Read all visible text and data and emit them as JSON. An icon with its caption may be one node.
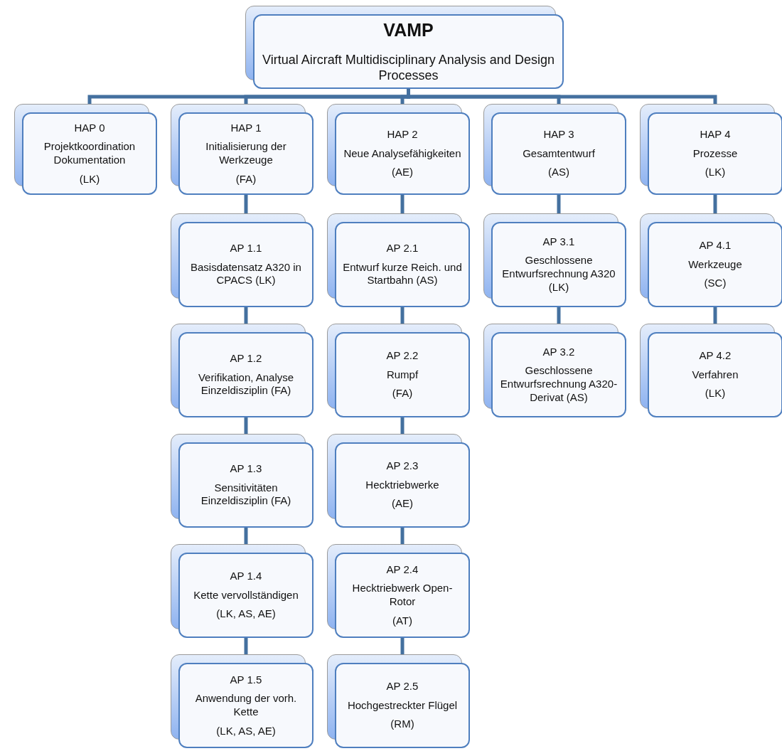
{
  "diagram": {
    "nodes": [
      {
        "text": [
          "VAMP",
          "Virtual Aircraft Multidisciplinary Analysis and Design Processes"
        ]
      },
      {
        "text": [
          "HAP 0",
          "Projektkoordination Dokumentation",
          "(LK)"
        ]
      },
      {
        "text": [
          "HAP 1",
          "Initialisierung der Werkzeuge",
          "(FA)"
        ]
      },
      {
        "text": [
          "HAP 2",
          "Neue Analysefähigkeiten",
          "(AE)"
        ]
      },
      {
        "text": [
          "HAP 3",
          "Gesamtentwurf",
          "(AS)"
        ]
      },
      {
        "text": [
          "HAP 4",
          "Prozesse",
          "(LK)"
        ]
      },
      {
        "text": [
          "AP 1.1",
          "Basisdatensatz A320 in CPACS (LK)"
        ]
      },
      {
        "text": [
          "AP 2.1",
          "Entwurf kurze Reich. und Startbahn (AS)"
        ]
      },
      {
        "text": [
          "AP 3.1",
          "Geschlossene Entwurfsrechnung A320 (LK)"
        ]
      },
      {
        "text": [
          "AP 4.1",
          "Werkzeuge",
          "(SC)"
        ]
      },
      {
        "text": [
          "AP 1.2",
          "Verifikation, Analyse Einzeldisziplin (FA)"
        ]
      },
      {
        "text": [
          "AP 2.2",
          "Rumpf",
          "(FA)"
        ]
      },
      {
        "text": [
          "AP 3.2",
          "Geschlossene Entwurfsrechnung A320-Derivat  (AS)"
        ]
      },
      {
        "text": [
          "AP 4.2",
          "Verfahren",
          "(LK)"
        ]
      },
      {
        "text": [
          "AP 1.3",
          "Sensitivitäten Einzeldisziplin (FA)"
        ]
      },
      {
        "text": [
          "AP 2.3",
          "Hecktriebwerke",
          "(AE)"
        ]
      },
      {
        "text": [
          "AP 1.4",
          "Kette vervollständigen",
          "(LK, AS, AE)"
        ]
      },
      {
        "text": [
          "AP 2.4",
          "Hecktriebwerk Open-Rotor",
          "(AT)"
        ]
      },
      {
        "text": [
          "AP 1.5",
          "Anwendung der vorh. Kette",
          "(LK, AS, AE)"
        ]
      },
      {
        "text": [
          "AP 2.5",
          "Hochgestreckter Flügel",
          "(RM)"
        ]
      }
    ],
    "edges": [
      {
        "from": 0,
        "to": 1,
        "arrow": "none"
      },
      {
        "from": 0,
        "to": 2,
        "arrow": "none"
      },
      {
        "from": 0,
        "to": 3,
        "arrow": "none"
      },
      {
        "from": 0,
        "to": 4,
        "arrow": "none"
      },
      {
        "from": 0,
        "to": 5,
        "arrow": "none"
      },
      {
        "from": 2,
        "to": 6,
        "arrow": "none"
      },
      {
        "from": 6,
        "to": 10,
        "arrow": "none"
      },
      {
        "from": 10,
        "to": 14,
        "arrow": "none"
      },
      {
        "from": 14,
        "to": 16,
        "arrow": "none"
      },
      {
        "from": 16,
        "to": 18,
        "arrow": "none"
      },
      {
        "from": 3,
        "to": 7,
        "arrow": "none"
      },
      {
        "from": 7,
        "to": 11,
        "arrow": "none"
      },
      {
        "from": 11,
        "to": 15,
        "arrow": "none"
      },
      {
        "from": 15,
        "to": 17,
        "arrow": "none"
      },
      {
        "from": 17,
        "to": 19,
        "arrow": "none"
      },
      {
        "from": 4,
        "to": 8,
        "arrow": "none"
      },
      {
        "from": 8,
        "to": 12,
        "arrow": "none"
      },
      {
        "from": 5,
        "to": 9,
        "arrow": "none"
      },
      {
        "from": 9,
        "to": 13,
        "arrow": "none"
      }
    ]
  }
}
